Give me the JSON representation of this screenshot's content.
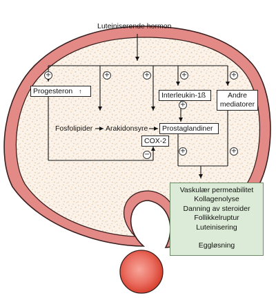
{
  "diagram": {
    "title": "Luteiniserende hormon",
    "nodes": {
      "progesteron": "Progesteron",
      "progesteron_arrow": "↑",
      "interleukin": "Interleukin-1ß",
      "andre_mediatorer_line1": "Andre",
      "andre_mediatorer_line2": "mediatorer",
      "fosfolipider": "Fosfolipider",
      "arakidonsyre": "Arakidonsyre",
      "prostaglandiner": "Prostaglandiner",
      "cox2": "COX-2"
    },
    "signs": {
      "plus": "+",
      "minus": "−"
    },
    "outcomes": [
      "Vaskulær permeabilitet",
      "Kollagenolyse",
      "Danning av steroider",
      "Follikkelruptur",
      "Luteinisering",
      "",
      "Eggløsning"
    ],
    "colors": {
      "follicle_wall": "#e48a86",
      "follicle_wall_edge": "#3a1f1f",
      "follicle_fill": "#fbf3ea",
      "speckle": "#e9c9a6",
      "outcome_box": "#dcebd7",
      "oocyte_outer": "#e2503f",
      "oocyte_inner": "#f7a59a"
    }
  }
}
